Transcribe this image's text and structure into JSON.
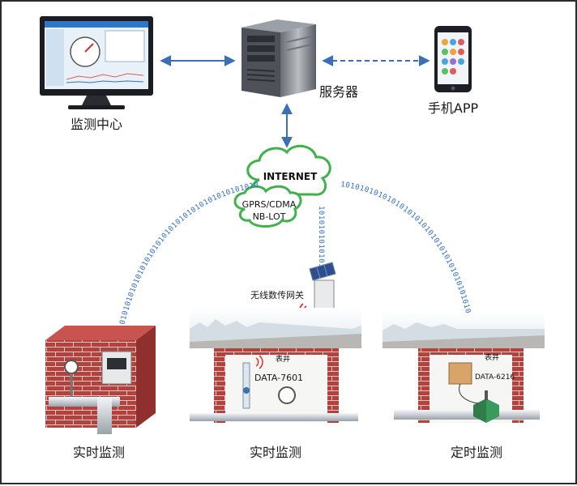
{
  "labels": {
    "monitor_center": "监测中心",
    "server": "服务器",
    "mobile_app": "手机APP",
    "internet": "INTERNET",
    "network_1": "GPRS/CDMA",
    "network_2": "NB-LOT",
    "gateway": "无线数传网关",
    "meter_well_1": "表井",
    "meter_well_2": "表井",
    "device_1": "DATA-7601",
    "device_2": "DATA-6216",
    "site_1": "实时监测",
    "site_2": "实时监测",
    "site_3": "定时监测"
  },
  "binary": {
    "left_arc": "10101010101010101010101010101010101010101010101010",
    "right_arc": "10101010101010101010101010101010101010101010101010",
    "vertical": "1010101010101"
  },
  "colors": {
    "arrow": "#3b6fb8",
    "cloud_fill": "#ffffff",
    "cloud_stroke": "#3fb24a",
    "brick": "#b0403e",
    "binary": "#2f6fd0"
  }
}
